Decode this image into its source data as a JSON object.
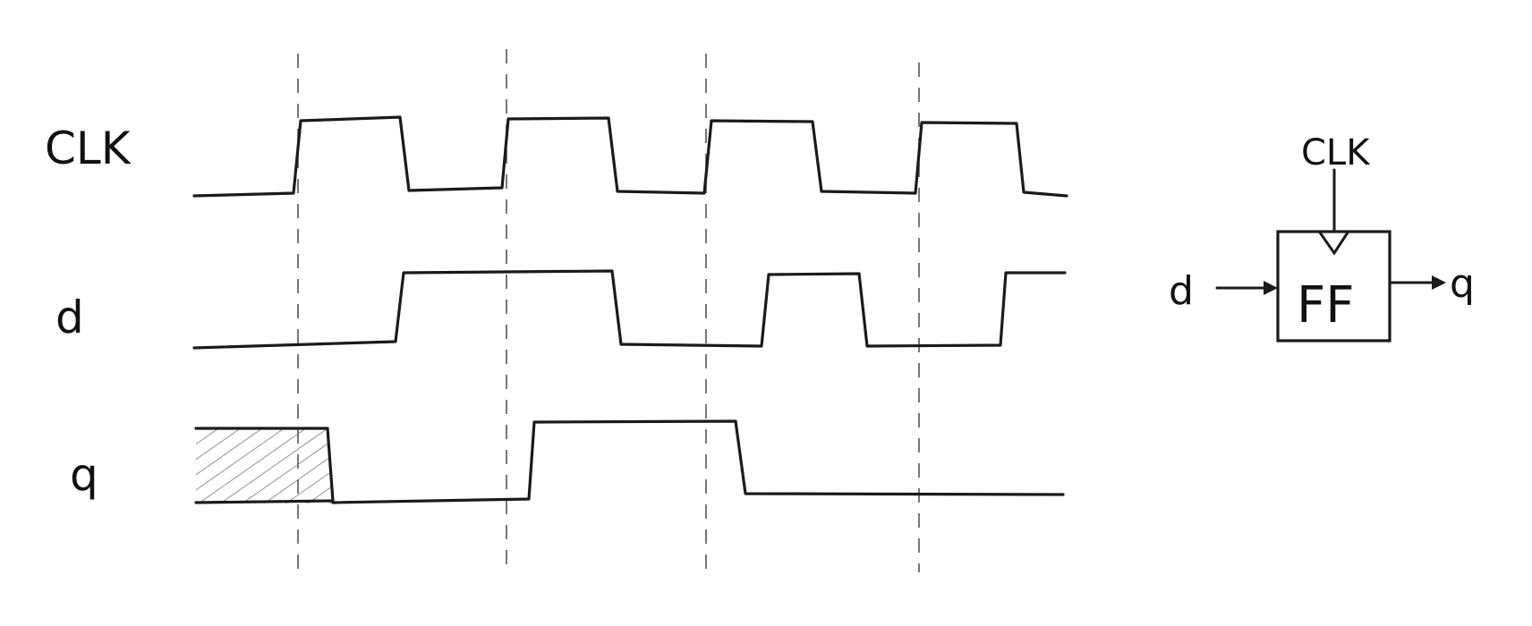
{
  "timing_diagram": {
    "signals": [
      {
        "name": "CLK",
        "levels": [
          0,
          1,
          0,
          1,
          0,
          1,
          0,
          1,
          0
        ]
      },
      {
        "name": "d",
        "levels": [
          0,
          1,
          0,
          1,
          0,
          1
        ]
      },
      {
        "name": "q",
        "initial": "unknown",
        "levels": [
          0,
          1,
          0
        ]
      }
    ],
    "clock_edges": 4
  },
  "flip_flop": {
    "label": "FF",
    "clock_input": "CLK",
    "data_input": "d",
    "output": "q"
  },
  "colors": {
    "ink": "#1a1a1a",
    "guide": "#555555",
    "background": "#ffffff"
  }
}
